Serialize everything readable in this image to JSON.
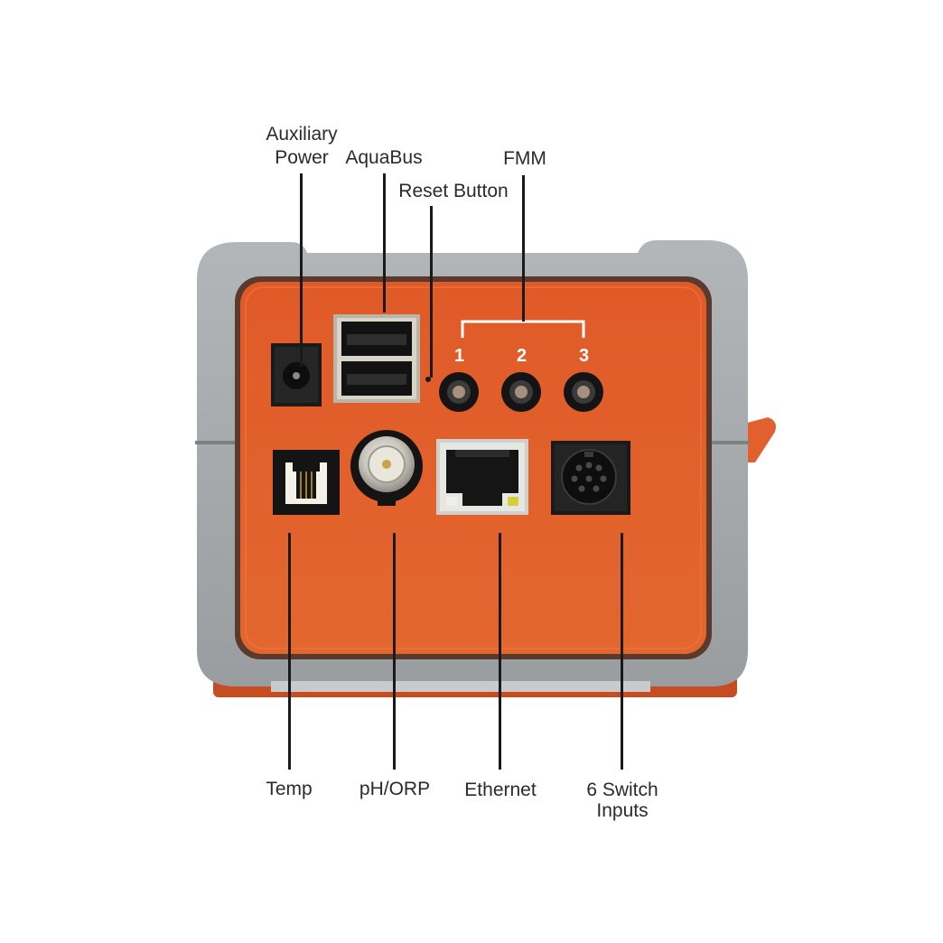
{
  "labels": {
    "aux_power": [
      "Auxiliary",
      "Power"
    ],
    "aquabus": "AquaBus",
    "reset_button": "Reset Button",
    "fmm": "FMM",
    "temp": "Temp",
    "ph_orp": "pH/ORP",
    "ethernet": "Ethernet",
    "switch_inputs": [
      "6 Switch",
      "Inputs"
    ]
  },
  "fmm_ports": [
    "1",
    "2",
    "3"
  ],
  "colors": {
    "housing_grey": "#a7aaac",
    "panel_orange": "#e2602e",
    "leader_line": "#1a1a1a",
    "text": "#2b2b2b"
  }
}
